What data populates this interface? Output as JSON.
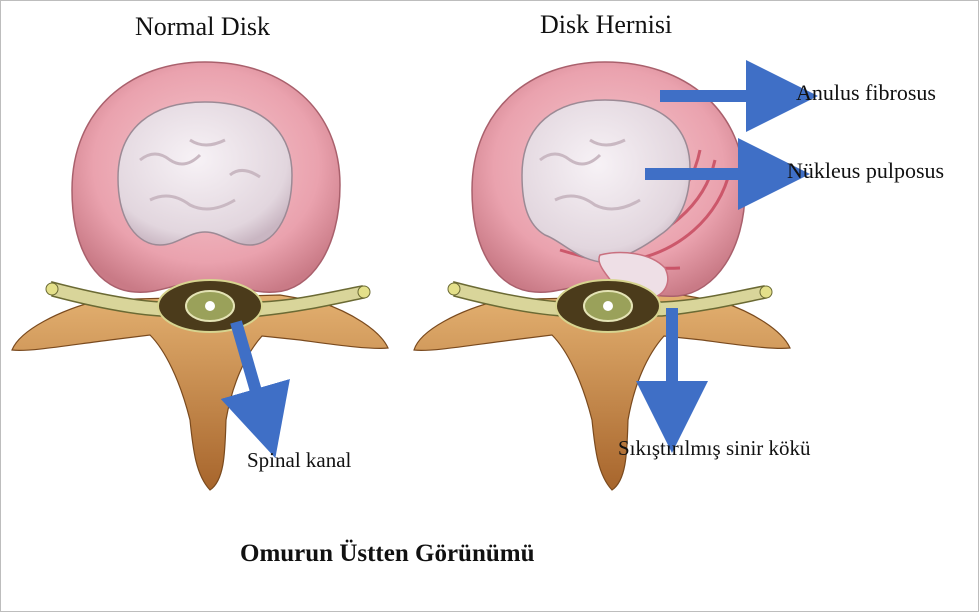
{
  "labels": {
    "normal_title": "Normal Disk",
    "herniated_title": "Disk Hernisi",
    "anulus": "Anulus fibrosus",
    "nukleus": "Nükleus pulposus",
    "spinal_canal": "Spinal kanal",
    "nerve_root": "Sıkıştırılmış sinir kökü",
    "caption": "Omurun Üstten Görünümü"
  },
  "colors": {
    "arrow": "#3f6fc6",
    "anulus": "#e9a4b0",
    "nucleus": "#ece3ea",
    "bone": "#c58a4a",
    "nerve": "#d8d49a",
    "cord": "#4a3a1a"
  }
}
